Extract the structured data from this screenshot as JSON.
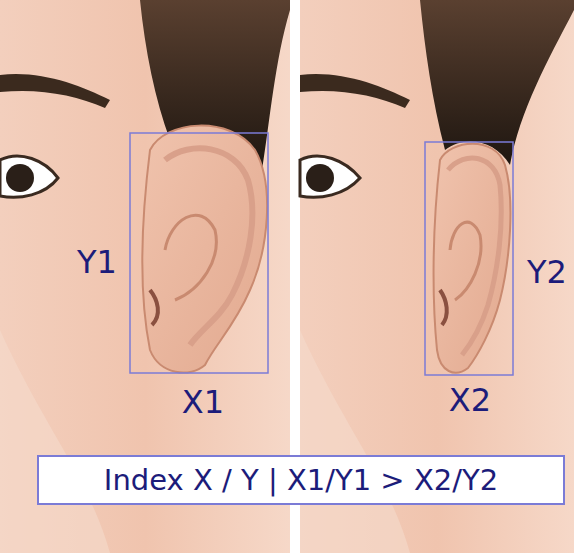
{
  "diagram": {
    "nodes": [
      {
        "text": [
          "Index X / Y | X1/Y1 > X2/Y2"
        ]
      }
    ],
    "labels": [
      "Y1",
      "X1",
      "X2",
      "Y2"
    ]
  }
}
